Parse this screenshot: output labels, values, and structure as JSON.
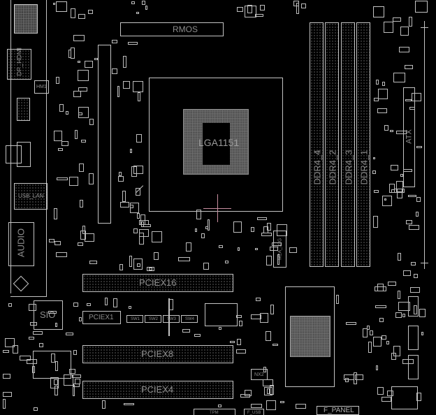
{
  "board": {
    "socket_label": "LGA1151",
    "vrm_label": "RMOS",
    "dimm_labels": [
      "DDR4_4",
      "DDR4_2",
      "DDR4_3",
      "DDR4_1"
    ],
    "atx_label": "ATX",
    "io": {
      "dp_hdmi": "DP_HDMI",
      "hm1": "HM1",
      "usb_lan": "USB_LAN",
      "audio": "AUDIO"
    },
    "sio_label": "SIO",
    "slots": {
      "pciex16": "PCIEX16",
      "pciex1": "PCIEX1",
      "pciex8": "PCIEX8",
      "pciex4": "PCIEX4"
    },
    "switches": [
      "SW1",
      "SW2",
      "SW3",
      "SW4"
    ],
    "m2_label": "M2A_32G",
    "nx2_label": "NX2",
    "headers": {
      "tpm": "TPM",
      "f_usb": "F_USB",
      "f_panel": "F_PANEL"
    },
    "colors": {
      "background": "#000000",
      "outline": "#c4c4c4",
      "label": "#8c8c8c",
      "cursor": "#c98fa0"
    }
  }
}
